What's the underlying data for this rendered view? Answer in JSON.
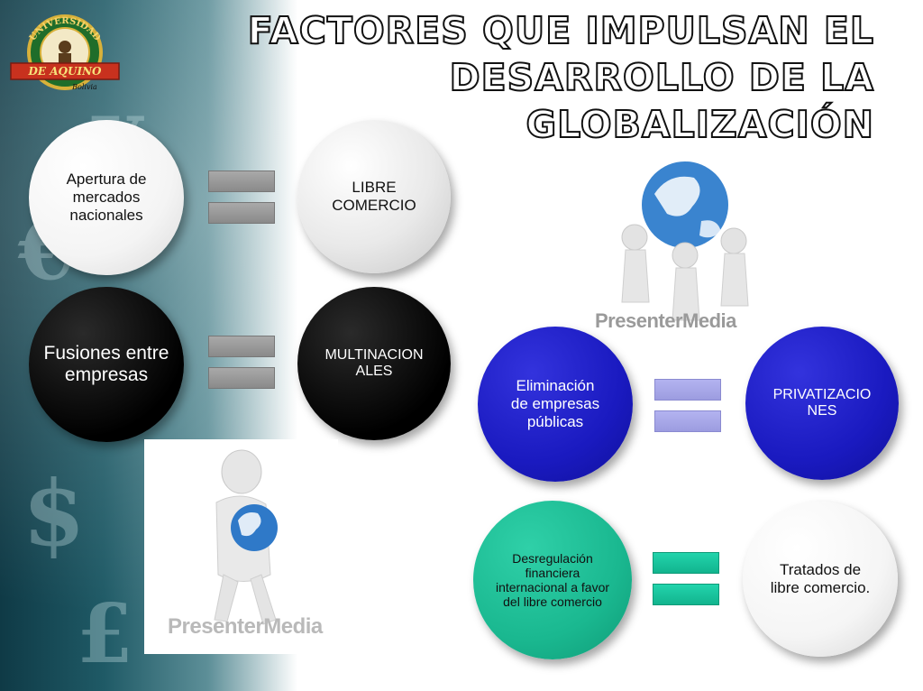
{
  "title": {
    "line1": "FACTORES QUE IMPULSAN EL",
    "line2": "DESARROLLO DE LA",
    "line3": "GLOBALIZACIÓN"
  },
  "logo": {
    "arc_text": "UNIVERSIDAD",
    "banner_text": "DE AQUINO",
    "country_text": "Bolivia"
  },
  "watermarks": {
    "top": "PresenterMedia",
    "bottom": "PresenterMedia"
  },
  "currency_symbols": [
    "¥",
    "€",
    "$",
    "£"
  ],
  "pairs": [
    {
      "left": "Apertura de mercados nacionales",
      "right": "LIBRE COMERCIO"
    },
    {
      "left": "Fusiones entre empresas",
      "right": "MULTINACIONALES"
    },
    {
      "left": "Eliminación de empresas públicas",
      "right": "PRIVATIZACIONES"
    },
    {
      "left": "Desregulación financiera internacional a favor del libre comercio",
      "right": "Tratados de libre comercio."
    }
  ],
  "colors": {
    "circle_black": "#000000",
    "circle_blue": "#1a1ac0",
    "circle_teal": "#1ab890",
    "eq_gray": "#999999",
    "eq_lavender": "#a8a8e8",
    "eq_teal": "#1ac49e"
  },
  "icons": [
    "globe-figure-icon",
    "university-logo-icon"
  ]
}
